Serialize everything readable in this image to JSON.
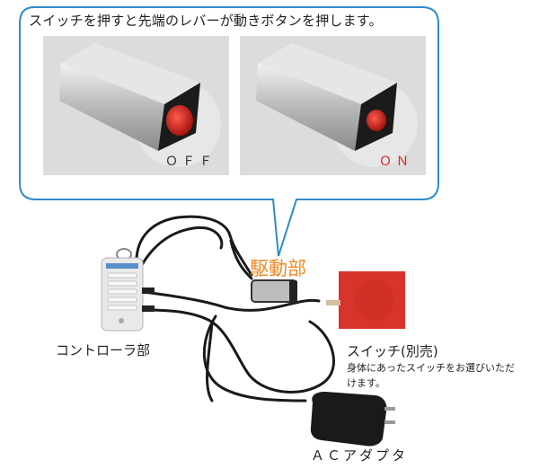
{
  "callout": {
    "caption": "スイッチを押すと先端のレバーが動きボタンを押します。",
    "off_label": "ＯＦＦ",
    "on_label": "ＯＮ"
  },
  "labels": {
    "drive_unit": "駆動部",
    "controller": "コントローラ部",
    "switch_title": "スイッチ(別売)",
    "switch_note": "身体にあったスイッチをお選びいただけます。",
    "ac_adapter": "ＡＣアダプタ"
  },
  "colors": {
    "callout_border": "#2e8bc9",
    "drive_label": "#f08a24",
    "on_label": "#e02020",
    "button_red": "#d8312a",
    "switch_pad": "#d9342b"
  }
}
